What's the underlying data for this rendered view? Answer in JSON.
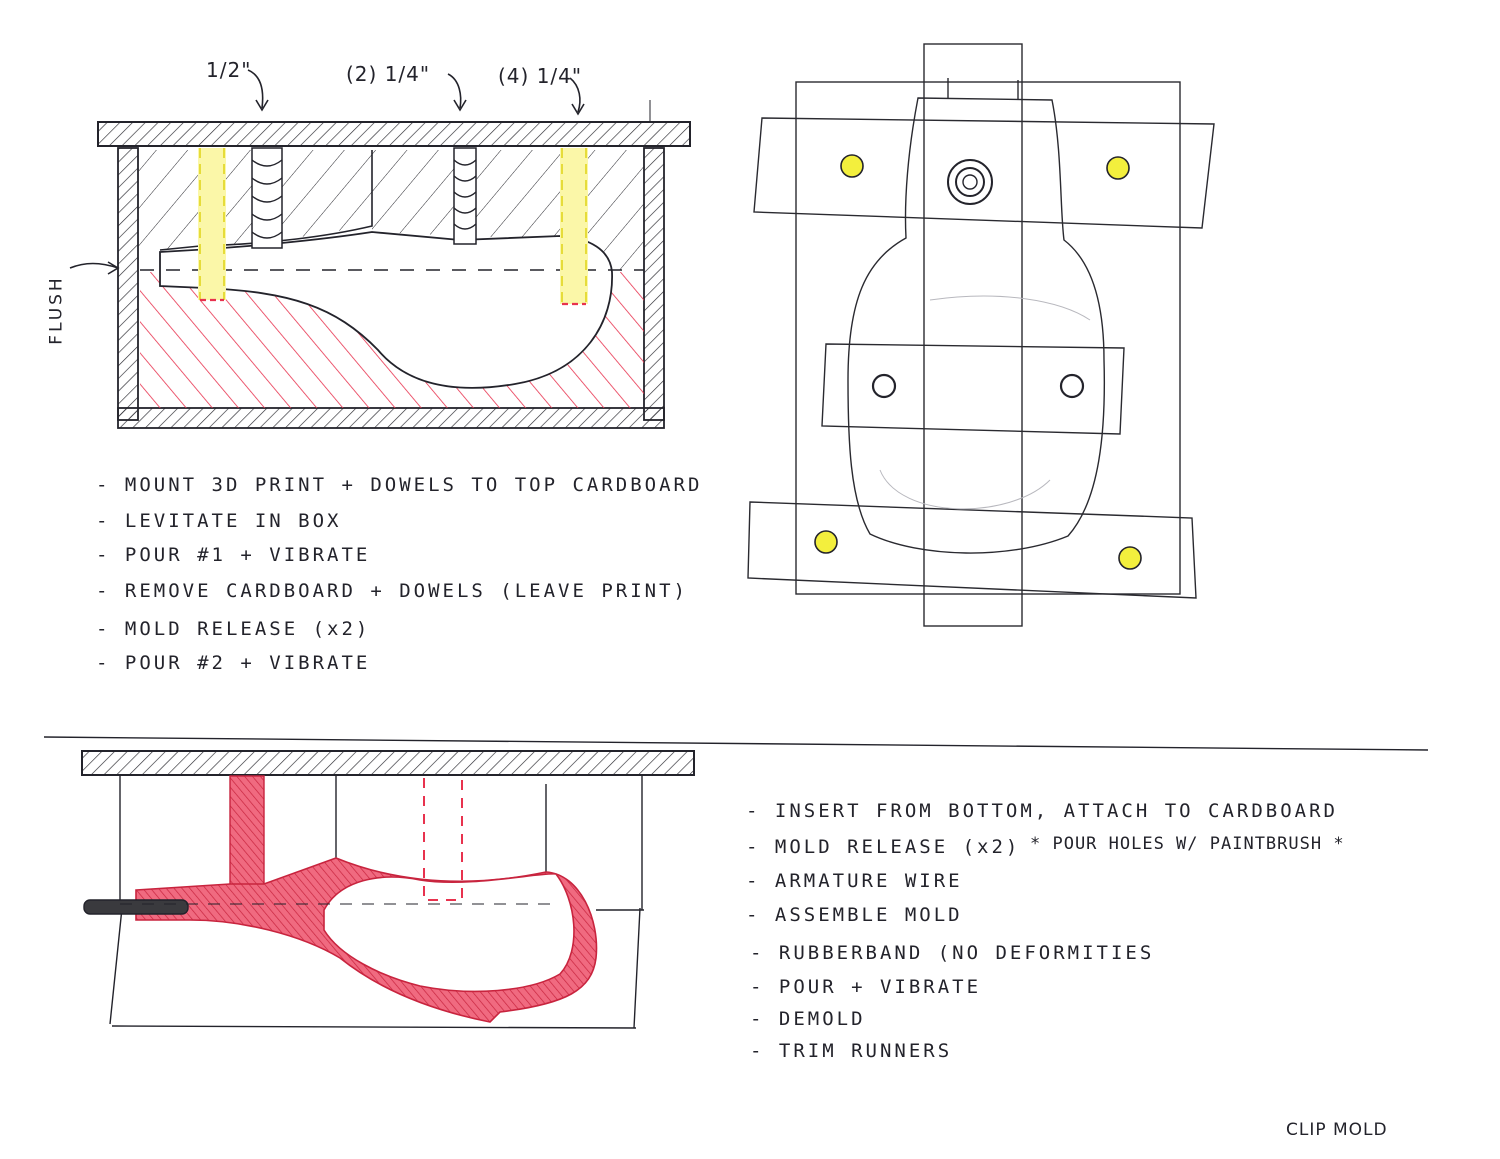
{
  "labels": {
    "dowel_half": "1/2\"",
    "dowel_two_quarter": "(2) 1/4\"",
    "dowel_four_quarter": "(4) 1/4\"",
    "flush": "FLUSH"
  },
  "steps_top": [
    "- MOUNT  3D PRINT + DOWELS  TO  TOP CARDBOARD",
    "- LEVITATE  IN  BOX",
    "- POUR  #1  +  VIBRATE",
    "- REMOVE  CARDBOARD + DOWELS (LEAVE PRINT)",
    "- MOLD  RELEASE  (x2)",
    "- POUR  #2  +  VIBRATE"
  ],
  "steps_bottom": [
    "- INSERT FROM BOTTOM, ATTACH TO CARDBOARD",
    "- MOLD RELEASE (x2)",
    "- ARMATURE  WIRE",
    "- ASSEMBLE  MOLD",
    "- RUBBERBAND (NO DEFORMITIES",
    "- POUR +  VIBRATE",
    "- DEMOLD",
    "- TRIM  RUNNERS"
  ],
  "side_note": "* POUR HOLES W/ PAINTBRUSH *",
  "signature": "CLIP MOLD",
  "colors": {
    "ink": "#23232b",
    "pour_red": "#e8324e",
    "dowel_yellow": "#f2ee5a",
    "pin_yellow": "#f3ef3d"
  }
}
